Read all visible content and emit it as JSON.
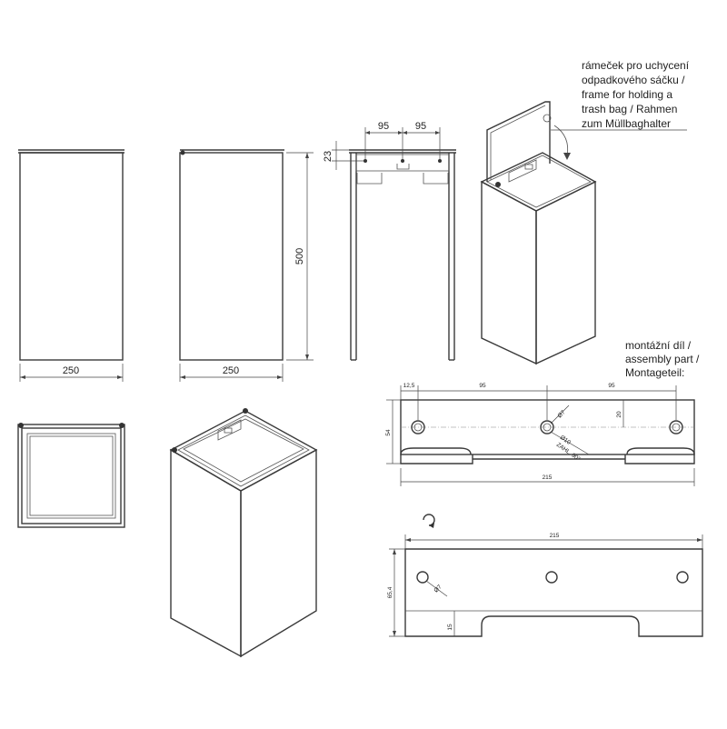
{
  "front_view": {
    "width": "250"
  },
  "side_view": {
    "width": "250",
    "height": "500"
  },
  "section_view": {
    "hole_spacing_left": "95",
    "hole_spacing_right": "95",
    "top_offset": "23"
  },
  "frame_callout": [
    "rámeček pro uchycení",
    "odpadkového sáčku /",
    "frame for holding a",
    "trash bag / Rahmen",
    "zum Müllbaghalter"
  ],
  "assembly_callout": [
    "montážní díl /",
    "assembly part /",
    "Montageteil:"
  ],
  "assembly_top": {
    "edge_offset": "12,5",
    "spacing_left": "95",
    "spacing_right": "95",
    "height": "54",
    "hole_offset": "20",
    "overall_width": "215",
    "hole_dia": "Ø7",
    "countersink_dia": "Ø10",
    "countersink_angle": "ZAHL. 90°"
  },
  "assembly_bottom": {
    "overall_width": "215",
    "height": "65,4",
    "hole_dia": "Ø7",
    "notch_height": "15"
  }
}
